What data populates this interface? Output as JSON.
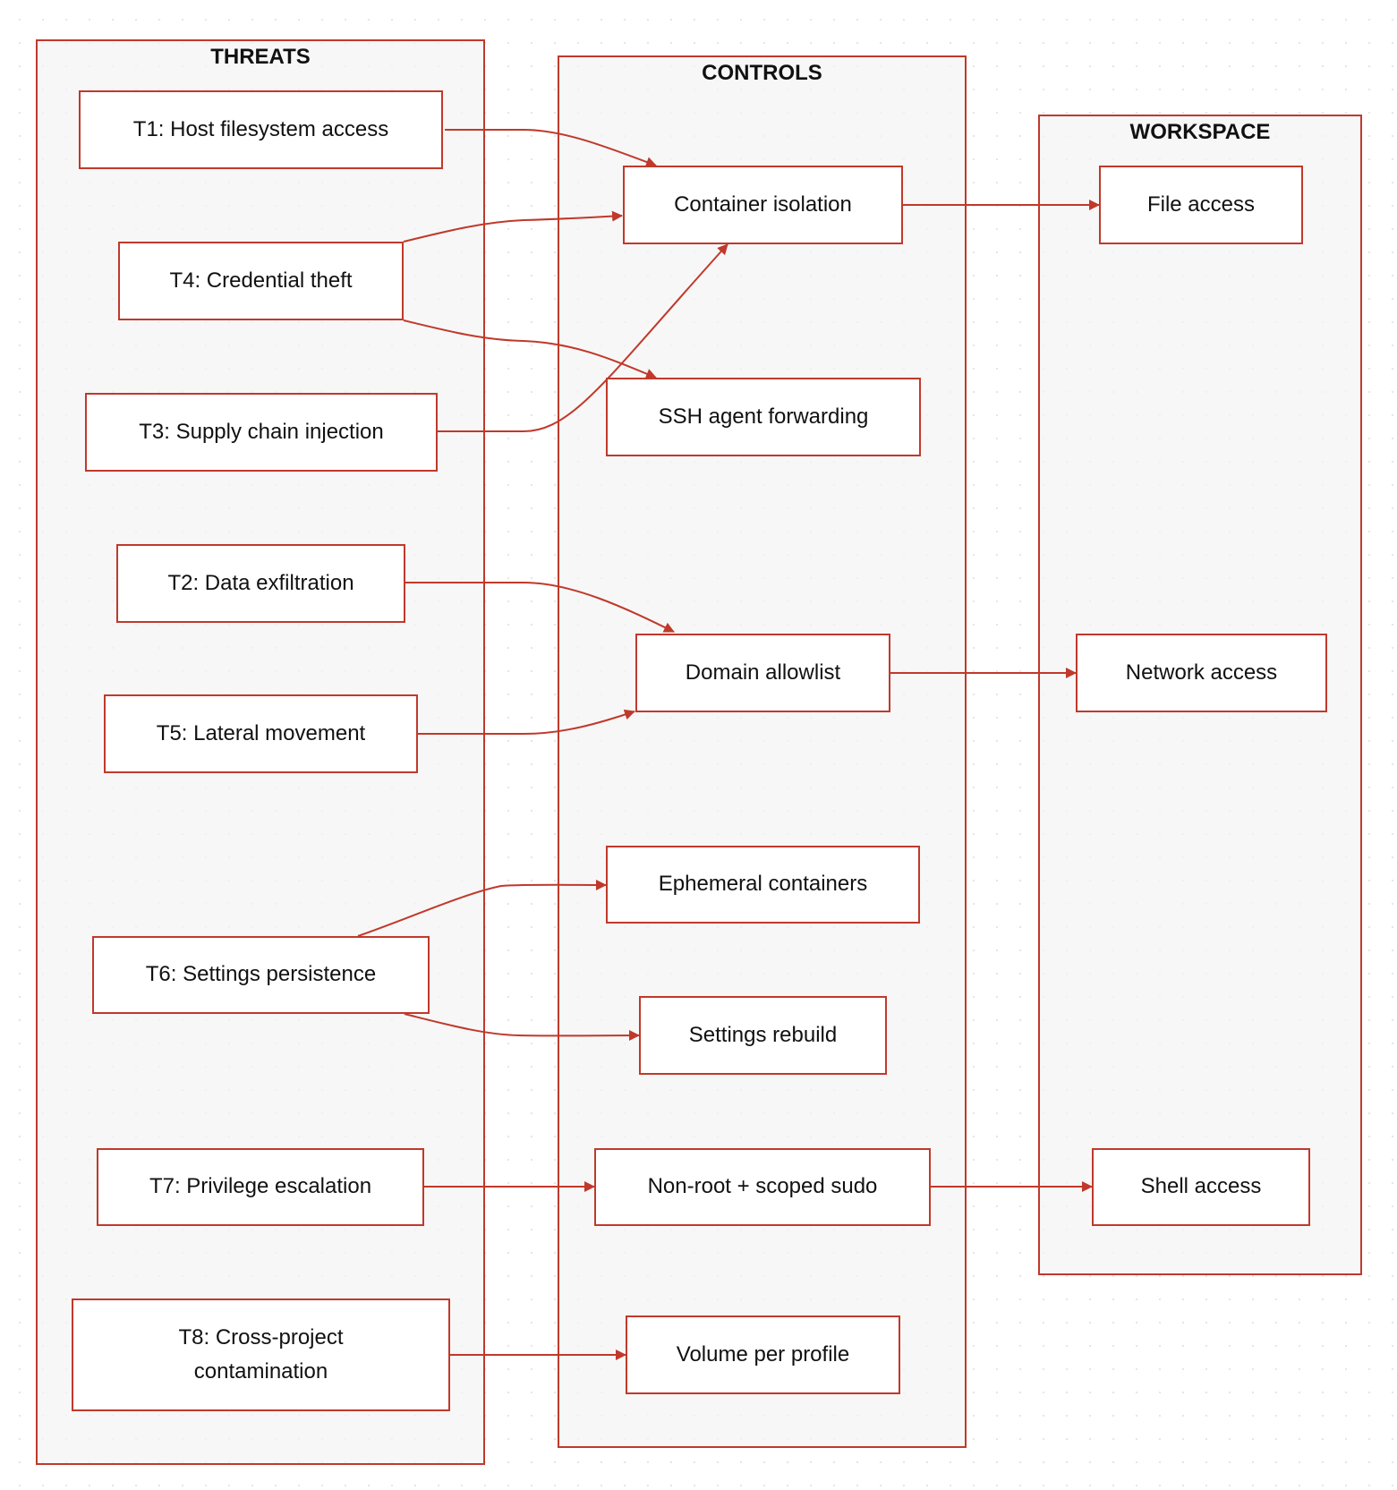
{
  "colors": {
    "stroke": "#c0392b",
    "group_fill": "#f4f4f4",
    "node_fill": "#ffffff",
    "text": "#111111"
  },
  "groups": {
    "threats": "THREATS",
    "controls": "CONTROLS",
    "workspace": "WORKSPACE"
  },
  "threats": {
    "t1": "T1: Host filesystem access",
    "t4": "T4: Credential theft",
    "t3": "T3: Supply chain injection",
    "t2": "T2: Data exfiltration",
    "t5": "T5: Lateral movement",
    "t6": "T6: Settings persistence",
    "t7": "T7: Privilege escalation",
    "t8": "T8: Cross-project contamination"
  },
  "controls": {
    "container_isolation": "Container isolation",
    "ssh_agent": "SSH agent forwarding",
    "domain_allowlist": "Domain allowlist",
    "ephemeral": "Ephemeral containers",
    "settings_rebuild": "Settings rebuild",
    "nonroot": "Non-root + scoped sudo",
    "volume": "Volume per profile"
  },
  "workspace": {
    "file": "File access",
    "network": "Network access",
    "shell": "Shell access"
  },
  "edges": [
    {
      "from": "t1",
      "to": "container_isolation"
    },
    {
      "from": "t4",
      "to": "container_isolation"
    },
    {
      "from": "t4",
      "to": "ssh_agent"
    },
    {
      "from": "t3",
      "to": "container_isolation"
    },
    {
      "from": "t2",
      "to": "domain_allowlist"
    },
    {
      "from": "t5",
      "to": "domain_allowlist"
    },
    {
      "from": "t6",
      "to": "ephemeral"
    },
    {
      "from": "t6",
      "to": "settings_rebuild"
    },
    {
      "from": "t7",
      "to": "nonroot"
    },
    {
      "from": "t8",
      "to": "volume"
    },
    {
      "from": "container_isolation",
      "to": "file"
    },
    {
      "from": "domain_allowlist",
      "to": "network"
    },
    {
      "from": "nonroot",
      "to": "shell"
    }
  ]
}
